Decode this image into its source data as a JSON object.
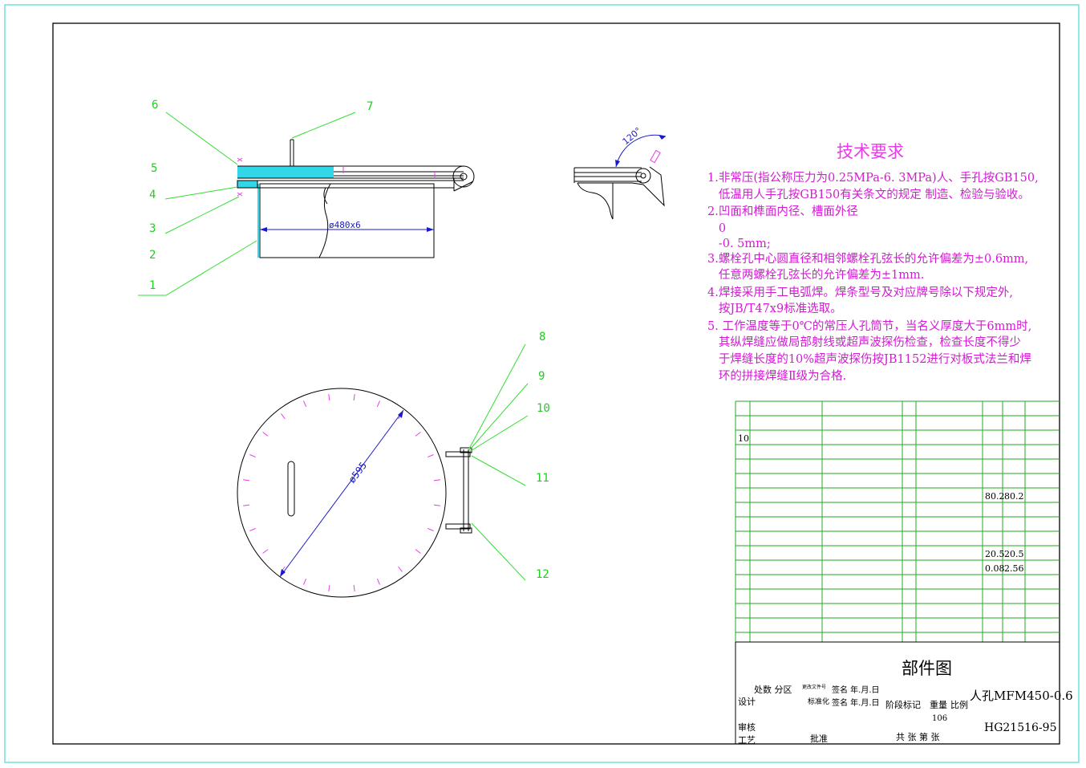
{
  "colors": {
    "border_outer": "#6ee3dc",
    "border_inner": "#000000",
    "outline": "#000000",
    "leader": "#33dd33",
    "label": "#22cc22",
    "dimension": "#1a1acc",
    "magenta": "#e83ce8",
    "cyan_fill": "#33d6e6",
    "table_line": "#22aa22"
  },
  "part_labels": [
    "1",
    "2",
    "3",
    "4",
    "5",
    "6",
    "7",
    "8",
    "9",
    "10",
    "11",
    "12"
  ],
  "dimensions": {
    "diameter_neck": "ø480x6",
    "diameter_cover": "ø595",
    "angle": "120°"
  },
  "tech_requirements": {
    "title": "技术要求",
    "lines": [
      "1.非常压(指公称压力为0.25MPa-6. 3MPa)人、手孔按GB150,",
      "  低温用人手孔按GB150有关条文的规定 制造、检验与验收。",
      "2.凹面和榫面内径、槽面外径",
      "  0",
      "  -0. 5mm;",
      "3.螺栓孔中心圆直径和相邻螺栓孔弦长的允许偏差为±0.6mm,",
      "  任意两螺栓孔弦长的允许偏差为±1mm.",
      "4.焊接采用手工电弧焊。焊条型号及对应牌号除以下规定外,",
      "  按JB/T47x9标准选取。",
      "5. 工作温度等于0℃的常压人孔筒节，当名义厚度大于6mm时,",
      "  其纵焊缝应做局部射线或超声波探伤检查，检查长度不得少",
      "  于焊缝长度的10%超声波探伤按JB1152进行对板式法兰和焊",
      "  环的拼接焊缝Ⅱ级为合格."
    ]
  },
  "parts_table": {
    "row_number": "10",
    "weights": {
      "w1_unit": "80.2",
      "w1_total": "80.2",
      "w2_unit": "20.5",
      "w2_total": "20.5",
      "w3_unit": "0.08",
      "w3_total": "2.56"
    }
  },
  "title_block": {
    "drawing_type": "部件图",
    "product_name": "人孔MFM450-0.6",
    "standard_no": "HG21516-95",
    "weight_value": "106",
    "revision_header": "处数 分区",
    "doc_no_header": "更改文件号",
    "sign_date": "签名 年.月.日",
    "design": "设计",
    "standardize": "标准化",
    "sign_date2": "签名 年.月.日",
    "stage_mark": "阶段标记",
    "weight_label": "重量",
    "scale_label": "比例",
    "review": "审核",
    "process": "工艺",
    "approve": "批准",
    "sheets": "共  张  第  张"
  }
}
